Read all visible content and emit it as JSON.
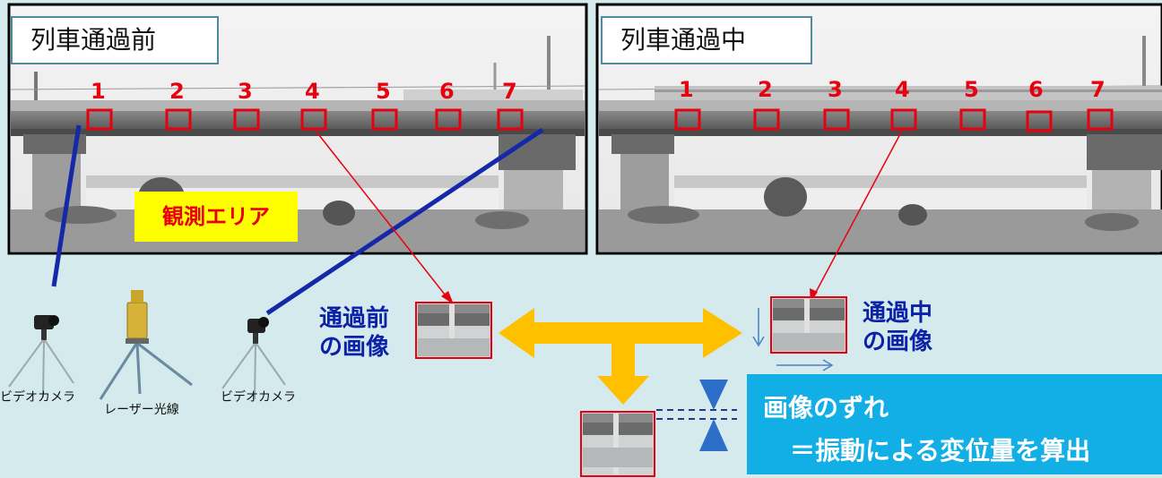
{
  "panels": {
    "before": {
      "title": "列車通過前",
      "box_numbers": [
        "1",
        "2",
        "3",
        "4",
        "5",
        "6",
        "7"
      ]
    },
    "during": {
      "title": "列車通過中",
      "box_numbers": [
        "1",
        "2",
        "3",
        "4",
        "5",
        "6",
        "7"
      ]
    }
  },
  "observation_area_label": "観測エリア",
  "crops": {
    "before_label": [
      "通過前",
      "の画像"
    ],
    "during_label": [
      "通過中",
      "の画像"
    ]
  },
  "equipment": {
    "left_camera": "ビデオカメラ",
    "laser": "レーザー光線",
    "right_camera": "ビデオカメラ"
  },
  "result": {
    "line1": "画像のずれ",
    "line2": "＝振動による変位量を算出"
  },
  "colors": {
    "background": "#d5eaec",
    "marker_red": "#e8000f",
    "arrow_orange": "#ffc000",
    "label_blue": "#0b22a8",
    "result_box": "#12aee6",
    "area_yellow": "#ffff00",
    "line_navy": "#1428a8"
  }
}
